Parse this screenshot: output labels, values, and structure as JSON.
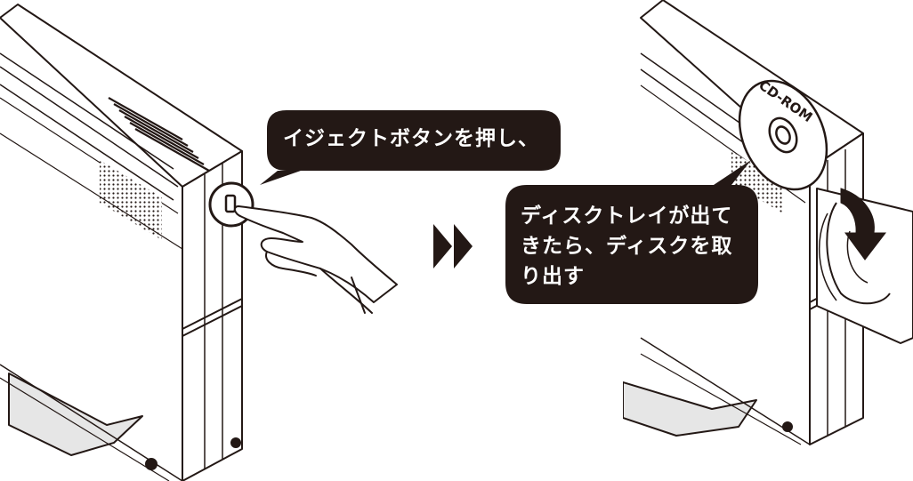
{
  "callouts": {
    "step1": "イジェクトボタンを押し、",
    "step2": "ディスクトレイが出て\nきたら、ディスクを取\nり出す"
  },
  "disc_label": "CD-ROM",
  "colors": {
    "callout_bg": "#231815",
    "line": "#231815",
    "fill": "#ffffff",
    "shade": "#e6e6e6"
  },
  "icons": {
    "next_step": "double-triangle-right"
  }
}
